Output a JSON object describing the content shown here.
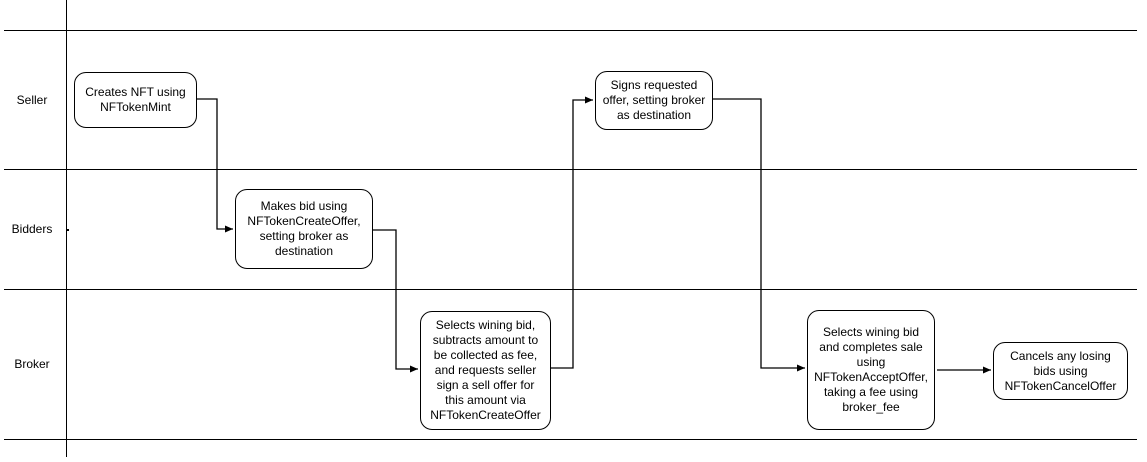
{
  "diagram": {
    "title_semantic": "NFT brokered sale swimlane flow",
    "lanes": [
      {
        "label": "Seller"
      },
      {
        "label": "Bidders"
      },
      {
        "label": "Broker"
      }
    ],
    "nodes": [
      {
        "id": "creates-nft",
        "lane": "Seller",
        "label": "Creates NFT using\nNFTokenMint"
      },
      {
        "id": "makes-bid",
        "lane": "Bidders",
        "label": "Makes bid using\nNFTokenCreateOffer,\nsetting broker as\ndestination"
      },
      {
        "id": "selects-bid-requests-sign",
        "lane": "Broker",
        "label": "Selects wining bid,\nsubtracts amount to\nbe collected as fee,\nand requests seller\nsign a sell offer for\nthis amount via\nNFTokenCreateOffer"
      },
      {
        "id": "signs-offer",
        "lane": "Seller",
        "label": "Signs requested\noffer, setting broker\nas destination"
      },
      {
        "id": "completes-sale",
        "lane": "Broker",
        "label": "Selects wining bid\nand completes sale\nusing\nNFTokenAcceptOffer,\ntaking a fee using\nbroker_fee"
      },
      {
        "id": "cancels-bids",
        "lane": "Broker",
        "label": "Cancels any losing\nbids using\nNFTokenCancelOffer"
      }
    ],
    "connectors": [
      {
        "from": "creates-nft",
        "to": "makes-bid"
      },
      {
        "from": "makes-bid",
        "to": "selects-bid-requests-sign"
      },
      {
        "from": "selects-bid-requests-sign",
        "to": "signs-offer"
      },
      {
        "from": "signs-offer",
        "to": "completes-sale"
      },
      {
        "from": "completes-sale",
        "to": "cancels-bids"
      }
    ],
    "colors": {
      "line": "#000000",
      "node_border": "#000000",
      "node_fill": "#ffffff",
      "background": "#ffffff"
    }
  }
}
